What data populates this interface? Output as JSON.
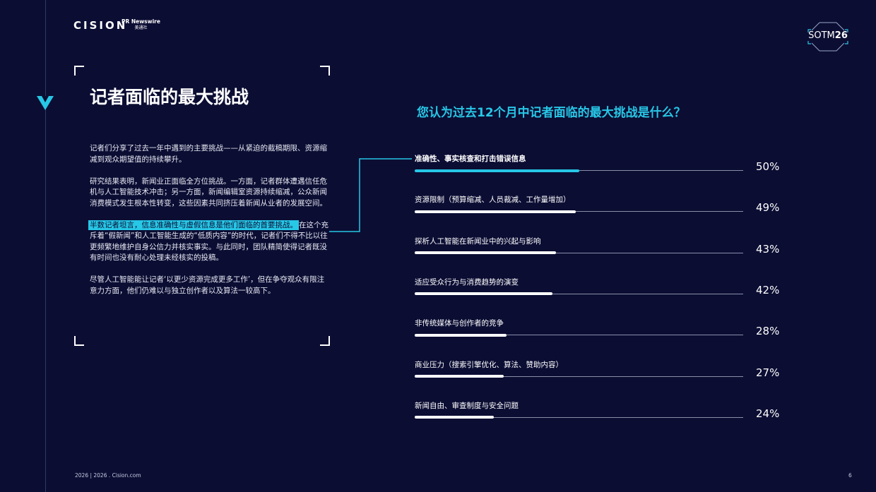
{
  "brand": {
    "logo": "CISION",
    "prn_line1": "PR Newswire",
    "prn_line2": "美通社",
    "badge_prefix": "SOTM",
    "badge_suffix": "26"
  },
  "left": {
    "title": "记者面临的最大挑战",
    "p1": "记者们分享了过去一年中遇到的主要挑战——从紧迫的截稿期限、资源缩减到观众期望值的持续攀升。",
    "p2": "研究结果表明，新闻业正面临全方位挑战。一方面，记者群体遭遇信任危机与人工智能技术冲击；另一方面，新闻编辑室资源持续缩减，公众新闻消费模式发生根本性转变，这些因素共同挤压着新闻从业者的发展空间。",
    "p3_highlight": "半数记者坦言，信息准确性与虚假信息是他们面临的首要挑战。",
    "p3_rest": "在这个充斥着“假新闻”和人工智能生成的“低质内容”的时代，记者们不得不比以往更频繁地维护自身公信力并核实事实。与此同时，团队精简使得记者既没有时间也没有耐心处理未经核实的投稿。",
    "p4": "尽管人工智能能让记者‘以更少资源完成更多工作’，但在争夺观众有限注意力方面，他们仍难以与独立创作者以及算法一较高下。"
  },
  "chart_data": {
    "type": "bar",
    "title": "您认为过去12个月中记者面临的最大挑战是什么？",
    "categories": [
      "准确性、事实核查和打击错误信息",
      "资源限制（预算缩减、人员裁减、工作量增加）",
      "探析人工智能在新闻业中的兴起与影响",
      "适应受众行为与消费趋势的演变",
      "非传统媒体与创作者的竞争",
      "商业压力（搜索引擎优化、算法、赞助内容）",
      "新闻自由、审查制度与安全问题"
    ],
    "values": [
      50,
      49,
      43,
      42,
      28,
      27,
      24
    ],
    "labels": [
      "50%",
      "49%",
      "43%",
      "42%",
      "28%",
      "27%",
      "24%"
    ],
    "ylim": [
      0,
      100
    ],
    "highlight_index": 0,
    "colors": {
      "highlight": "#27c7e6",
      "default": "#ffffff"
    }
  },
  "footer": {
    "text": "2026 | 2026 . Cision.com",
    "page": "6"
  }
}
